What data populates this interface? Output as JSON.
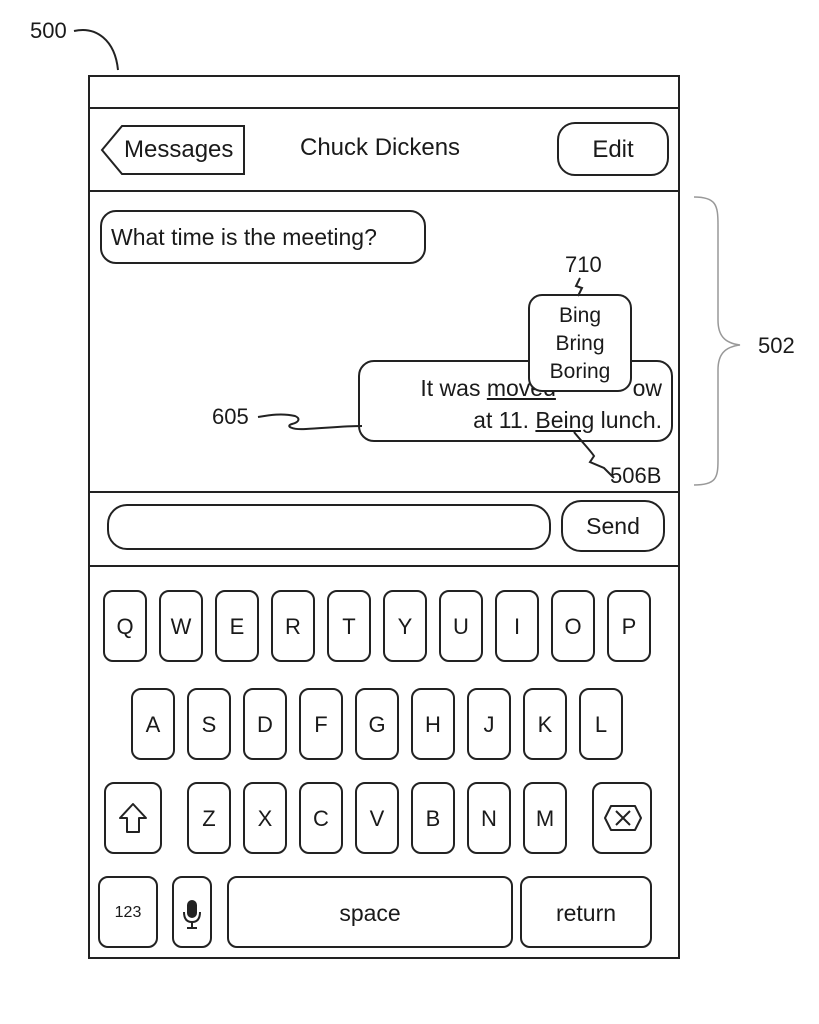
{
  "figure_labels": {
    "device": "500",
    "message_region": "502",
    "sent_message": "605",
    "misspelled_word": "506B",
    "suggestion_popup": "710"
  },
  "header": {
    "back_label": "Messages",
    "title": "Chuck Dickens",
    "edit_label": "Edit"
  },
  "messages": {
    "received": "What time is the meeting?",
    "sent": {
      "line1_pre": "It was ",
      "line1_word": "moved",
      "line1_tail": "ow",
      "line2_pre": "at 11. ",
      "line2_word": "Being",
      "line2_post": " lunch."
    }
  },
  "suggestions": [
    "Bing",
    "Bring",
    "Boring"
  ],
  "compose": {
    "send_label": "Send"
  },
  "keyboard": {
    "row1": [
      "Q",
      "W",
      "E",
      "R",
      "T",
      "Y",
      "U",
      "I",
      "O",
      "P"
    ],
    "row2": [
      "A",
      "S",
      "D",
      "F",
      "G",
      "H",
      "J",
      "K",
      "L"
    ],
    "row3": [
      "Z",
      "X",
      "C",
      "V",
      "B",
      "N",
      "M"
    ],
    "numbers_label": "123",
    "space_label": "space",
    "return_label": "return",
    "shift_icon": "up-arrow-icon",
    "delete_icon": "delete-x-icon",
    "mic_icon": "microphone-icon"
  }
}
